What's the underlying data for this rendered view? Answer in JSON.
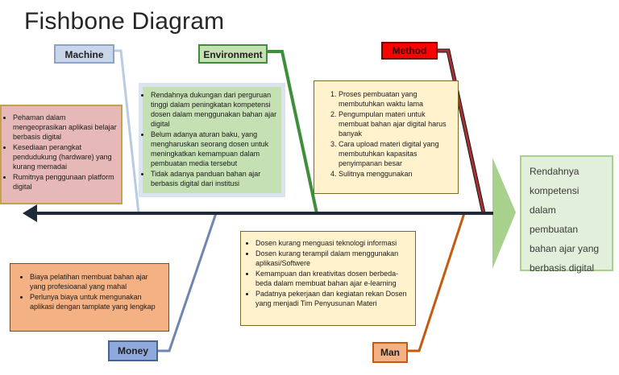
{
  "title": "Fishbone Diagram",
  "colors": {
    "spine": "#1f2a3a",
    "machine": "#b9cbe3",
    "environment": "#3f8f3a",
    "method": "#8b1a1a",
    "money": "#6f86b0",
    "man": "#c55a11",
    "effect_arrow": "#a9d18e"
  },
  "categories": {
    "machine": {
      "label": "Machine",
      "items": [
        "Pehaman dalam mengeoprasikan aplikasi belajar berbasis digital",
        "Kesediaan perangkat pendudukung (hardware) yang kurang memadai",
        "Rumitnya penggunaan platform digital"
      ]
    },
    "environment": {
      "label": "Environment",
      "items": [
        "Rendahnya dukungan dari perguruan tinggi dalam peningkatan kompetensi dosen dalam menggunakan bahan ajar digital",
        "Belum adanya aturan baku, yang mengharuskan seorang dosen untuk meningkatkan kemampuan dalam pembuatan media tersebut",
        "Tidak adanya panduan bahan ajar berbasis digital dari institusi"
      ]
    },
    "method": {
      "label": "Method",
      "items": [
        "Proses pembuatan yang membutuhkan waktu lama",
        "Pengumpulan materi untuk membuat bahan ajar digital harus banyak",
        "Cara upload materi digital yang membutuhkan kapasitas penyimpanan besar",
        "Sulitnya menggunakan"
      ]
    },
    "money": {
      "label": "Money",
      "items": [
        "Biaya pelatihan membuat bahan ajar yang profesioanal yang mahal",
        "Perlunya biaya untuk mengunakan aplikasi dengan tamplate yang lengkap"
      ]
    },
    "man": {
      "label": "Man",
      "items": [
        "Dosen kurang menguasi teknologi informasi",
        "Dosen kurang terampil dalam menggunakan aplikasi/Softwere",
        "Kemampuan  dan kreativitas dosen berbeda-beda dalam membuat bahan ajar e-learning",
        "Padatnya pekerjaan dan kegiatan rekan Dosen yang menjadi Tim Penyusunan Materi"
      ]
    }
  },
  "effect": {
    "text": "Rendahnya kompetensi dalam pembuatan bahan ajar yang berbasis digital"
  }
}
